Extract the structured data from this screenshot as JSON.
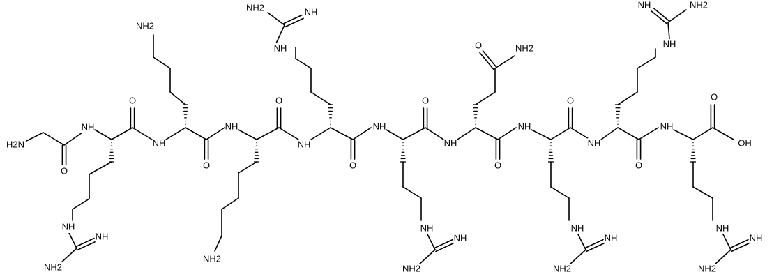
{
  "structure": {
    "colors": {
      "bond": "#000000",
      "label": "#000000",
      "background": "#ffffff"
    },
    "residues": [
      "Gly",
      "Arg",
      "Lys",
      "Lys",
      "Arg",
      "Arg",
      "Gln",
      "Arg",
      "Arg",
      "Arg"
    ],
    "labels": {
      "gly_nh2": "H2N",
      "amide_nh": "NH",
      "amide_n": "N",
      "h": "H",
      "o": "O",
      "nh2": "NH2",
      "nh": "NH",
      "oh": "OH"
    }
  }
}
